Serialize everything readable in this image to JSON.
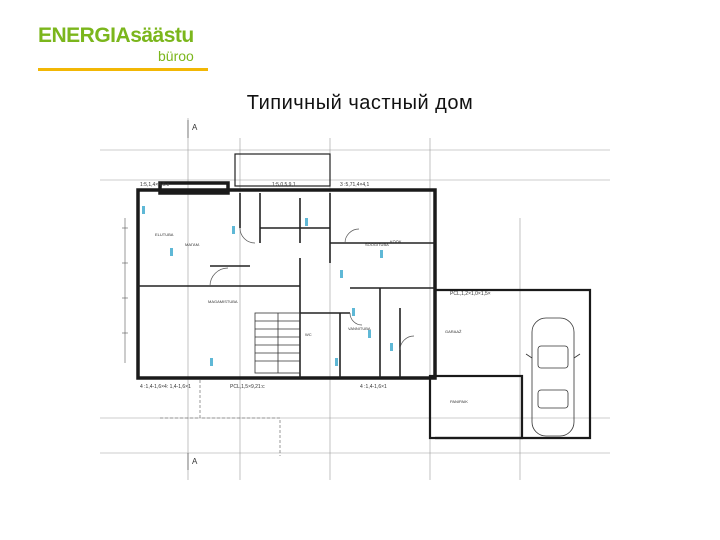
{
  "logo": {
    "brand_part1": "ENERGIA",
    "brand_part2": "säästu",
    "brand_sub": "büroo",
    "colors": {
      "green": "#7bb61c",
      "yellow": "#f2b705"
    }
  },
  "slide": {
    "title": "Типичный частный дом"
  },
  "plan": {
    "dimension_labels": {
      "top_left": "1:5,1,4×4,5:c",
      "top_mid": "1:5,0.5,9,1",
      "top_right": "3 :5,71,4×4,1",
      "lower_left": "4 :1,4-1,6×4: 1,4-1,6×1",
      "lower_mid": "PCL,1,5×9,21:c",
      "right_mid": "PCL,1,2×1,0×1,5×",
      "lower_right": "4 :1,4-1,6×1"
    },
    "north_marker_top": "A",
    "north_marker_bottom": "A"
  }
}
